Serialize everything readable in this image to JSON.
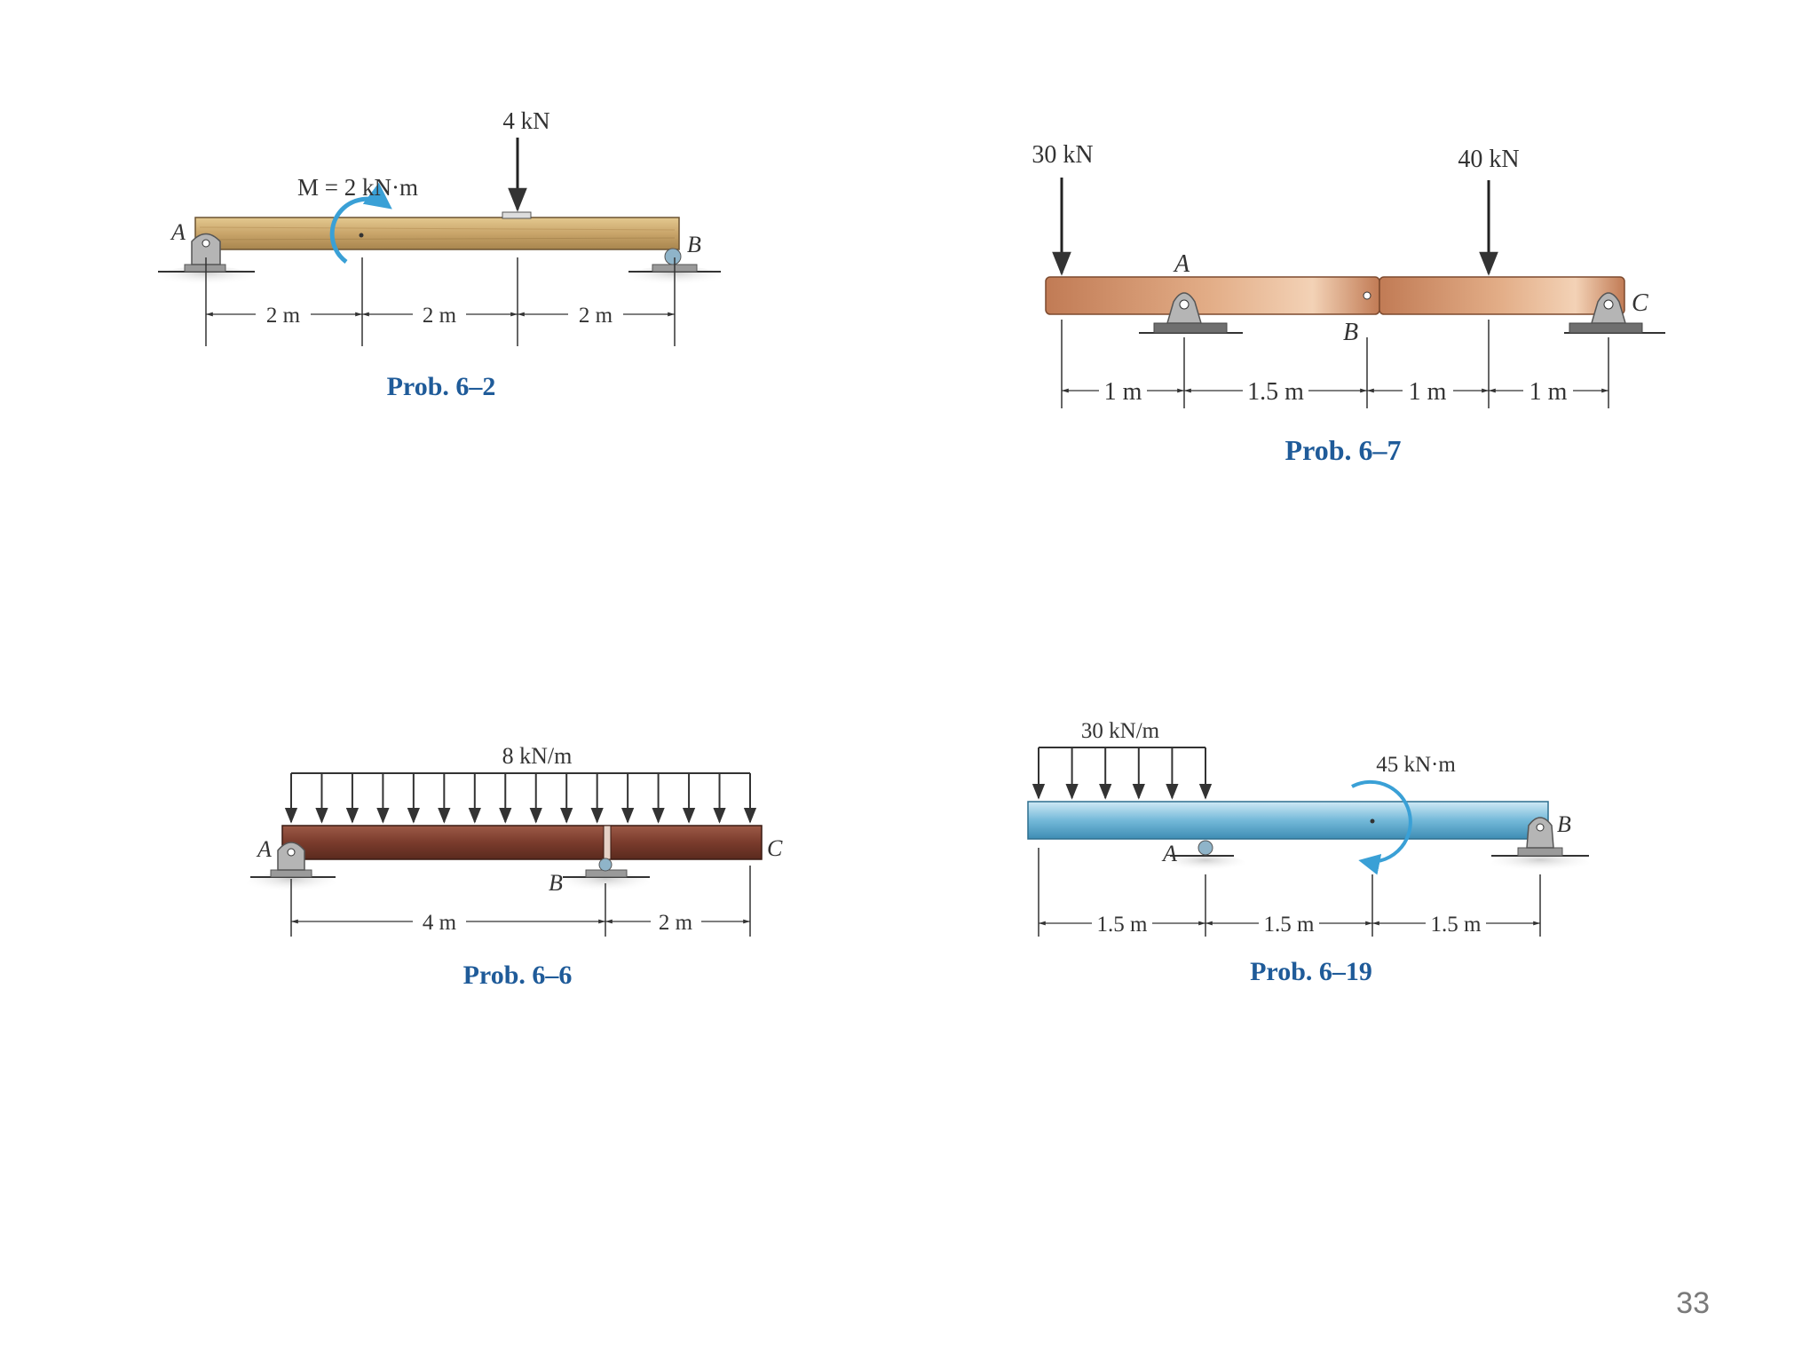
{
  "slide": {
    "page_number": "33"
  },
  "colors": {
    "caption": "#1f5b99",
    "dimension": "#333333",
    "moment_arrow": "#3aa0d6",
    "wood": "#c9a56a",
    "copper": "#c98a62",
    "dark_beam": "#7a3b2c",
    "blue_beam": "#74b9d9",
    "support": "#b5b5b5"
  },
  "problems": [
    {
      "id": "6-2",
      "caption": "Prob. 6–2",
      "support_labels": [
        "A",
        "B"
      ],
      "loads": [
        "4 kN",
        "M = 2 kN·m"
      ],
      "dimensions": [
        "2 m",
        "2 m",
        "2 m"
      ]
    },
    {
      "id": "6-7",
      "caption": "Prob. 6–7",
      "support_labels": [
        "A",
        "B",
        "C"
      ],
      "loads": [
        "30 kN",
        "40 kN"
      ],
      "dimensions": [
        "1 m",
        "1.5 m",
        "1 m",
        "1 m"
      ]
    },
    {
      "id": "6-6",
      "caption": "Prob. 6–6",
      "support_labels": [
        "A",
        "B",
        "C"
      ],
      "loads": [
        "8 kN/m"
      ],
      "dimensions": [
        "4 m",
        "2 m"
      ]
    },
    {
      "id": "6-19",
      "caption": "Prob. 6–19",
      "support_labels": [
        "A",
        "B"
      ],
      "loads": [
        "30 kN/m",
        "45 kN·m"
      ],
      "dimensions": [
        "1.5 m",
        "1.5 m",
        "1.5 m"
      ]
    }
  ]
}
